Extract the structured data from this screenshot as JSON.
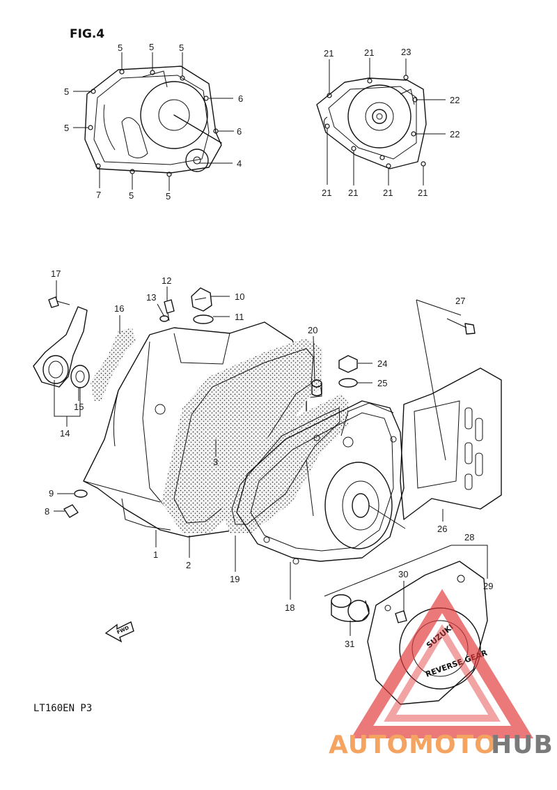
{
  "figure_label": "FIG.4",
  "model_code": "LT160EN  P3",
  "fwd_arrow_text": "FWD",
  "badge": {
    "brand": "SUZUKI",
    "text": "REVERSE GEAR"
  },
  "watermark": {
    "part1": "AUTOMOTO",
    "part2": "HUB",
    "color1": "#f4a460",
    "color2": "#7a7a7a",
    "triangle_color": "#e23b3b"
  },
  "inset_left_callouts": [
    "5",
    "5",
    "5",
    "5",
    "5",
    "6",
    "6",
    "4",
    "7",
    "5",
    "5"
  ],
  "inset_right_callouts": [
    "21",
    "21",
    "23",
    "22",
    "22",
    "21",
    "21",
    "21",
    "21"
  ],
  "main_callouts": [
    "17",
    "12",
    "13",
    "10",
    "11",
    "16",
    "20",
    "27",
    "24",
    "25",
    "15",
    "14",
    "3",
    "9",
    "8",
    "1",
    "2",
    "19",
    "18",
    "26",
    "28",
    "29",
    "30",
    "31"
  ]
}
